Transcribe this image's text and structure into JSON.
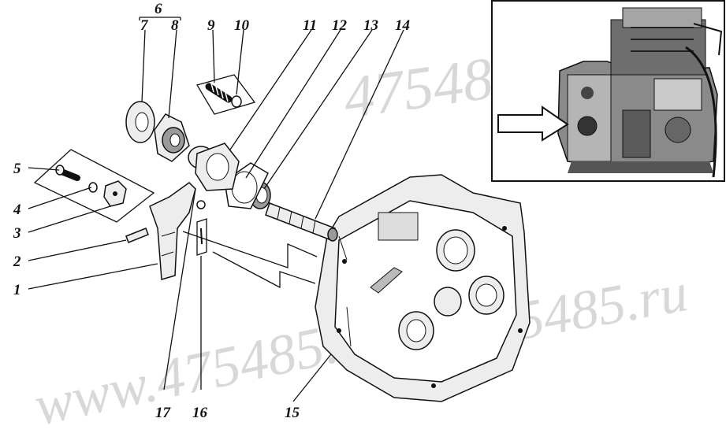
{
  "watermarks": [
    "www.475485.ru",
    "475485",
    "www.475485.ru"
  ],
  "callouts": {
    "c1": "1",
    "c2": "2",
    "c3": "3",
    "c4": "4",
    "c5": "5",
    "c6": "6",
    "c7": "7",
    "c8": "8",
    "c9": "9",
    "c10": "10",
    "c11": "11",
    "c12": "12",
    "c13": "13",
    "c14": "14",
    "c15": "15",
    "c16": "16",
    "c17": "17"
  },
  "icons": {
    "inset": "engine-assembly-photo",
    "arrow": "location-arrow-icon"
  },
  "colors": {
    "ink": "#111111",
    "paper": "#ffffff",
    "watermark": "#d8d8d8"
  }
}
